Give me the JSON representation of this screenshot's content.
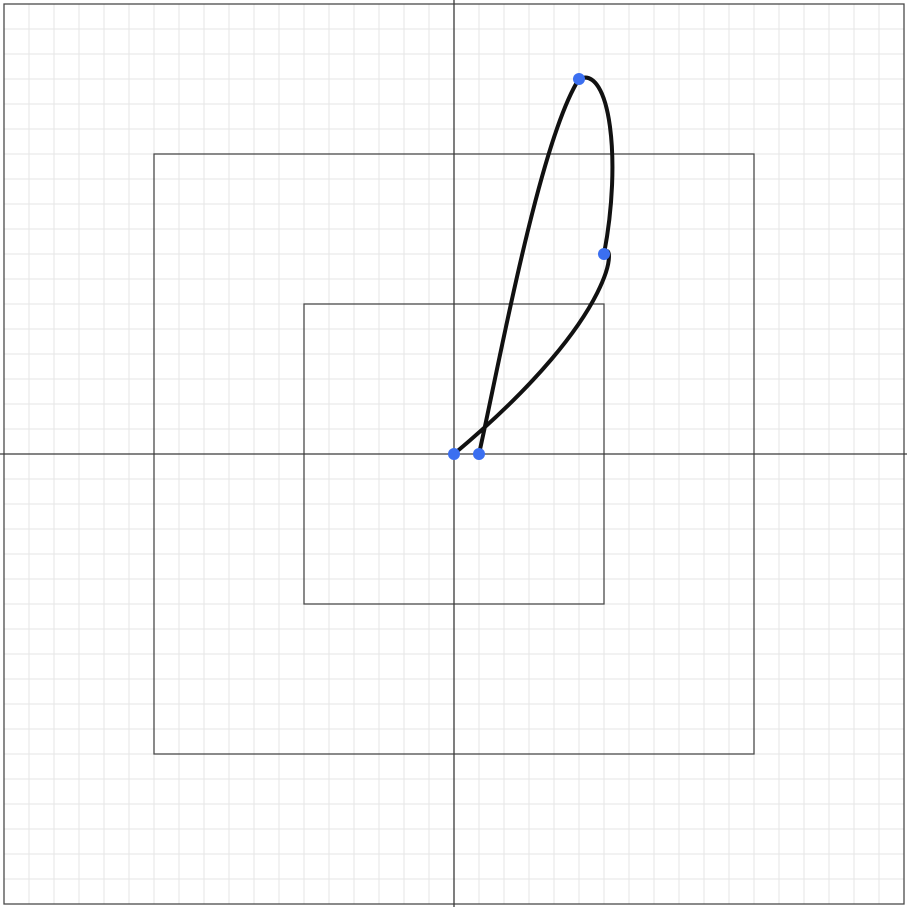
{
  "colors": {
    "background": "#ffffff",
    "grid_minor": "#e6e6e6",
    "frame": "#4a4a4a",
    "axis": "#3a3a3a",
    "curve": "#111111",
    "control_point": "#3b6ff0"
  },
  "diagram": {
    "type": "bezier-curve-on-grid",
    "grid": true,
    "axes": true,
    "nested_squares": 3,
    "control_points": 4
  }
}
